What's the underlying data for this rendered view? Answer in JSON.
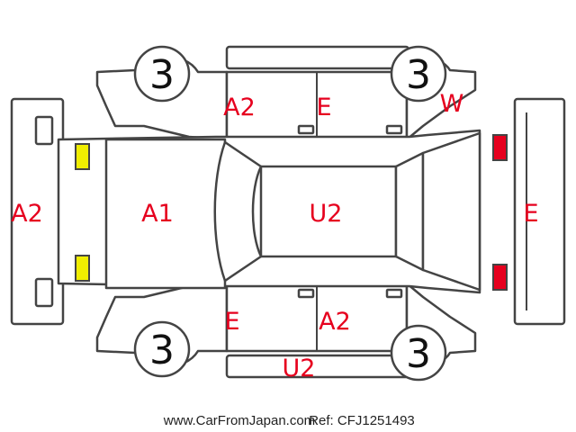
{
  "colors": {
    "damage_code": "#e6001e",
    "line": "#444444",
    "front_lights": "#f0ee00",
    "rear_lights": "#e6001e"
  },
  "labels": {
    "front_bumper": "A2",
    "hood": "A1",
    "roof": "U2",
    "rear_bumper": "E",
    "upper_front_door": "A2",
    "upper_rear_door": "E",
    "upper_rear_fender": "W",
    "lower_front_door": "E",
    "lower_rear_door": "A2",
    "lower_rocker": "U2"
  },
  "tires": {
    "front_left": "3",
    "rear_left": "3",
    "front_right": "3",
    "rear_right": "3"
  },
  "footer": {
    "site": "www.CarFromJapan.com",
    "ref": "Ref: CFJ1251493"
  }
}
